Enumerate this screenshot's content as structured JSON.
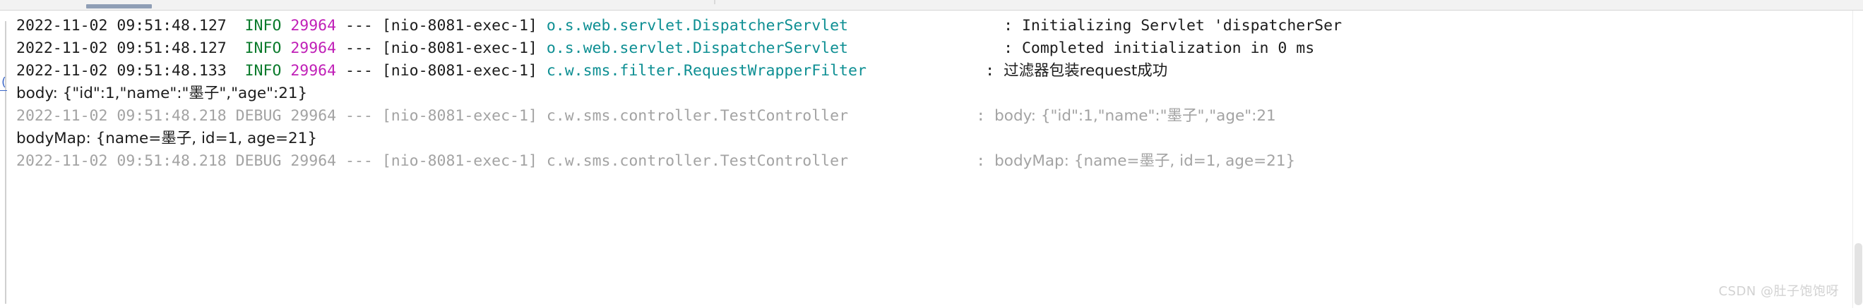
{
  "window": {
    "kind": "ide-console-log",
    "background": "#ffffff",
    "tab_accent": "#8f9eb5"
  },
  "colors": {
    "timestamp": "#1c1c1c",
    "level_info": "#0a7a2b",
    "pid": "#c01fb7",
    "logger": "#0e8f93",
    "message": "#1c1c1c",
    "dimmed": "#a3a3a3",
    "watermark": "#d2d2d2"
  },
  "log": {
    "lines": [
      {
        "id": "line-1",
        "dimmed": false,
        "timestamp": "2022-11-02 09:51:48.127",
        "level": "INFO",
        "pid": "29964",
        "separator": "---",
        "thread": "[nio-8081-exec-1]",
        "logger": "o.s.web.servlet.DispatcherServlet",
        "colon": ":",
        "message": "Initializing Servlet 'dispatcherSer"
      },
      {
        "id": "line-2",
        "dimmed": false,
        "timestamp": "2022-11-02 09:51:48.127",
        "level": "INFO",
        "pid": "29964",
        "separator": "---",
        "thread": "[nio-8081-exec-1]",
        "logger": "o.s.web.servlet.DispatcherServlet",
        "colon": ":",
        "message": "Completed initialization in 0 ms"
      },
      {
        "id": "line-3",
        "dimmed": false,
        "timestamp": "2022-11-02 09:51:48.133",
        "level": "INFO",
        "pid": "29964",
        "separator": "---",
        "thread": "[nio-8081-exec-1]",
        "logger": "c.w.sms.filter.RequestWrapperFilter",
        "colon": ":",
        "message": "过滤器包装request成功"
      }
    ],
    "plain_lines": [
      {
        "id": "plain-1",
        "text": "body: {\"id\":1,\"name\":\"墨子\",\"age\":21}"
      },
      {
        "id": "plain-2",
        "text": "bodyMap: {name=墨子, id=1, age=21}"
      }
    ],
    "dimmed_lines": [
      {
        "id": "dim-1",
        "timestamp": "2022-11-02 09:51:48.218",
        "level": "DEBUG",
        "pid": "29964",
        "separator": "---",
        "thread": "[nio-8081-exec-1]",
        "logger": "c.w.sms.controller.TestController",
        "colon": ":",
        "message": "body: {\"id\":1,\"name\":\"墨子\",\"age\":21"
      },
      {
        "id": "dim-2",
        "timestamp": "2022-11-02 09:51:48.218",
        "level": "DEBUG",
        "pid": "29964",
        "separator": "---",
        "thread": "[nio-8081-exec-1]",
        "logger": "c.w.sms.controller.TestController",
        "colon": ":",
        "message": "bodyMap: {name=墨子, id=1, age=21}"
      }
    ]
  },
  "watermark": {
    "text": "CSDN @肚子饱饱呀"
  }
}
